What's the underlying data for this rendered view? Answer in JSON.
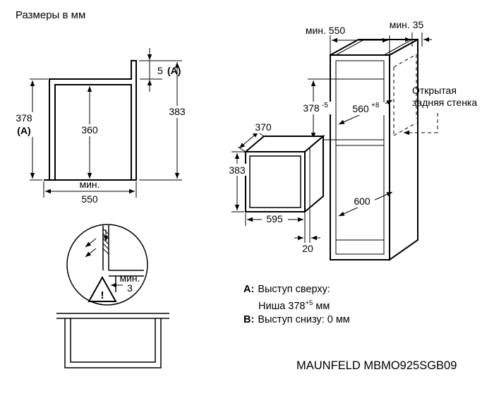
{
  "title": "Размеры в мм",
  "niche_drawing": {
    "dim_top_gap": "5",
    "dim_top_gap_ref": "(A)",
    "dim_total_height": "383",
    "dim_niche_height": "378",
    "dim_niche_height_ref": "(A)",
    "dim_inner_height": "360",
    "dim_width_min_label": "мин.",
    "dim_width": "550"
  },
  "vent_detail": {
    "gap_min_label": "мин.",
    "gap_value": "3",
    "warning_mark": "!"
  },
  "cabinet_drawing": {
    "dim_depth_min": "мин. 550",
    "dim_back_gap_min": "мин. 35",
    "dim_niche_height_base": "378",
    "dim_niche_height_tol": "-5",
    "dim_niche_width_base": "560",
    "dim_niche_width_tol": "+8",
    "dim_interior_width": "600",
    "open_back_label_line1": "Открытая",
    "open_back_label_line2": "задняя стенка"
  },
  "microwave_drawing": {
    "dim_depth": "370",
    "dim_height": "383",
    "dim_width": "595",
    "dim_front_offset": "20"
  },
  "notes": {
    "item_a_key": "A:",
    "item_a_text": "Выступ сверху:",
    "item_a_detail_prefix": "Ниша 378",
    "item_a_detail_sup": "+5",
    "item_a_detail_suffix": " мм",
    "item_b_key": "B:",
    "item_b_text": "Выступ снизу: 0 мм"
  },
  "footer": {
    "model": "MAUNFELD MBMO925SGB09"
  }
}
